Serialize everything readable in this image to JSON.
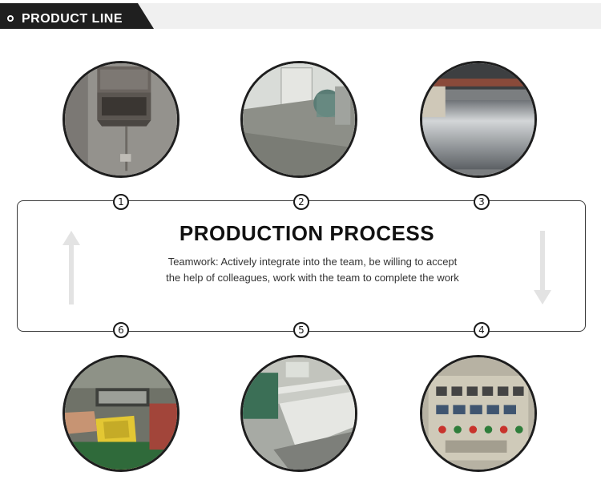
{
  "header": {
    "title": "PRODUCT LINE"
  },
  "process": {
    "title": "PRODUCTION PROCESS",
    "description": "Teamwork: Actively integrate into the team, be willing to accept the help of colleagues, work with the team to complete the work"
  },
  "steps": [
    {
      "number": "1",
      "photo": "feeding-hopper-photo"
    },
    {
      "number": "2",
      "photo": "extruder-machine-photo"
    },
    {
      "number": "3",
      "photo": "steel-roller-photo"
    },
    {
      "number": "4",
      "photo": "control-panel-photo"
    },
    {
      "number": "5",
      "photo": "conveyor-line-photo"
    },
    {
      "number": "6",
      "photo": "bagging-photo"
    }
  ],
  "colors": {
    "accent": "#1f1f1f",
    "header_bg": "#f0f0f0",
    "arrow": "#e3e3e3"
  },
  "icons": [
    "up-arrow-icon",
    "down-arrow-icon"
  ]
}
